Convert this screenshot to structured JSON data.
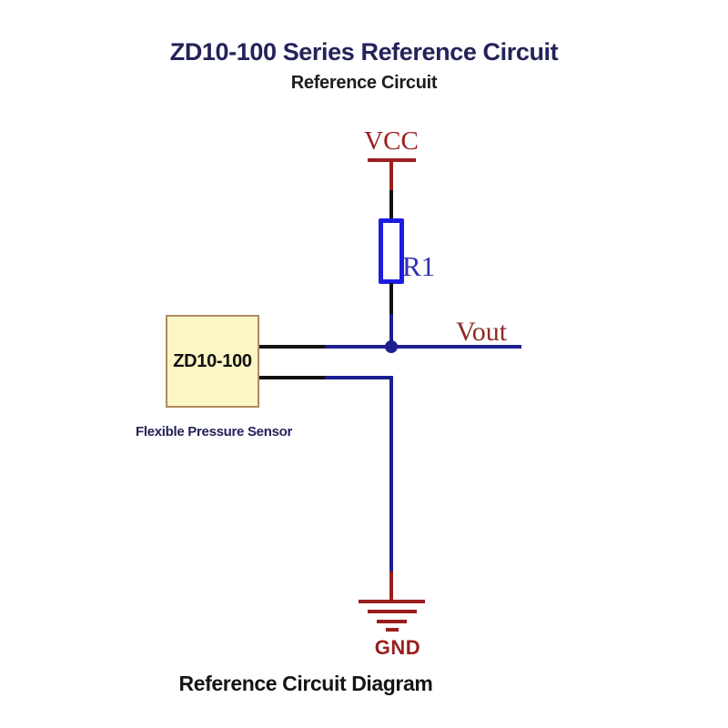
{
  "header": {
    "title": "ZD10-100 Series Reference Circuit",
    "subtitle": "Reference Circuit"
  },
  "circuit": {
    "vcc_label": "VCC",
    "resistor_label": "R1",
    "vout_label": "Vout",
    "gnd_label": "GND",
    "sensor_name": "ZD10-100",
    "sensor_description": "Flexible Pressure Sensor",
    "colors": {
      "title_navy": "#23235a",
      "schematic_red": "#9b1d1d",
      "vout_red": "#8e2a23",
      "wire_black": "#121212",
      "wire_blue": "#1e1e91",
      "resistor_blue": "#1c1ce2",
      "r1_blue": "#3030b4",
      "sensor_fill": "#fbf6c3",
      "sensor_border": "#b18a63"
    }
  },
  "footer": {
    "caption": "Reference Circuit Diagram"
  }
}
